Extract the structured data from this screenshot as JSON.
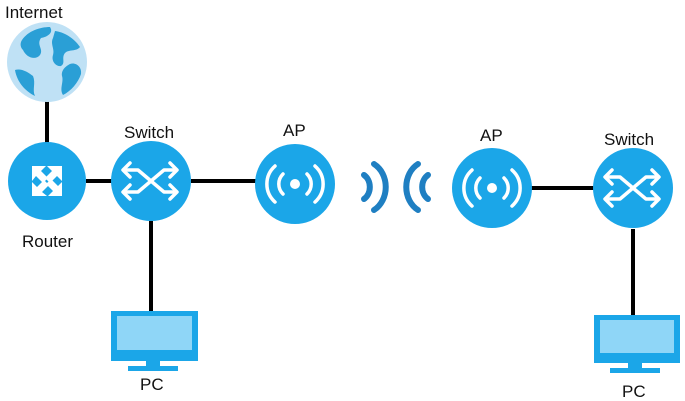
{
  "labels": {
    "internet": "Internet",
    "router": "Router",
    "switch_left": "Switch",
    "ap_left": "AP",
    "ap_right": "AP",
    "switch_right": "Switch",
    "pc_left": "PC",
    "pc_right": "PC"
  },
  "icons": {
    "internet": "globe-icon",
    "router": "router-icon",
    "switch": "switch-icon",
    "ap": "access-point-icon",
    "wireless": "wireless-signal-icon",
    "pc": "monitor-icon"
  },
  "colors": {
    "device_fill": "#1ba6e8",
    "device_light": "#45c2f2",
    "globe_ocean": "#bfe1f5",
    "globe_land": "#2a9fd6",
    "wireless_waves": "#1f7fc2",
    "link_line": "#000000",
    "label_text": "#111111"
  }
}
